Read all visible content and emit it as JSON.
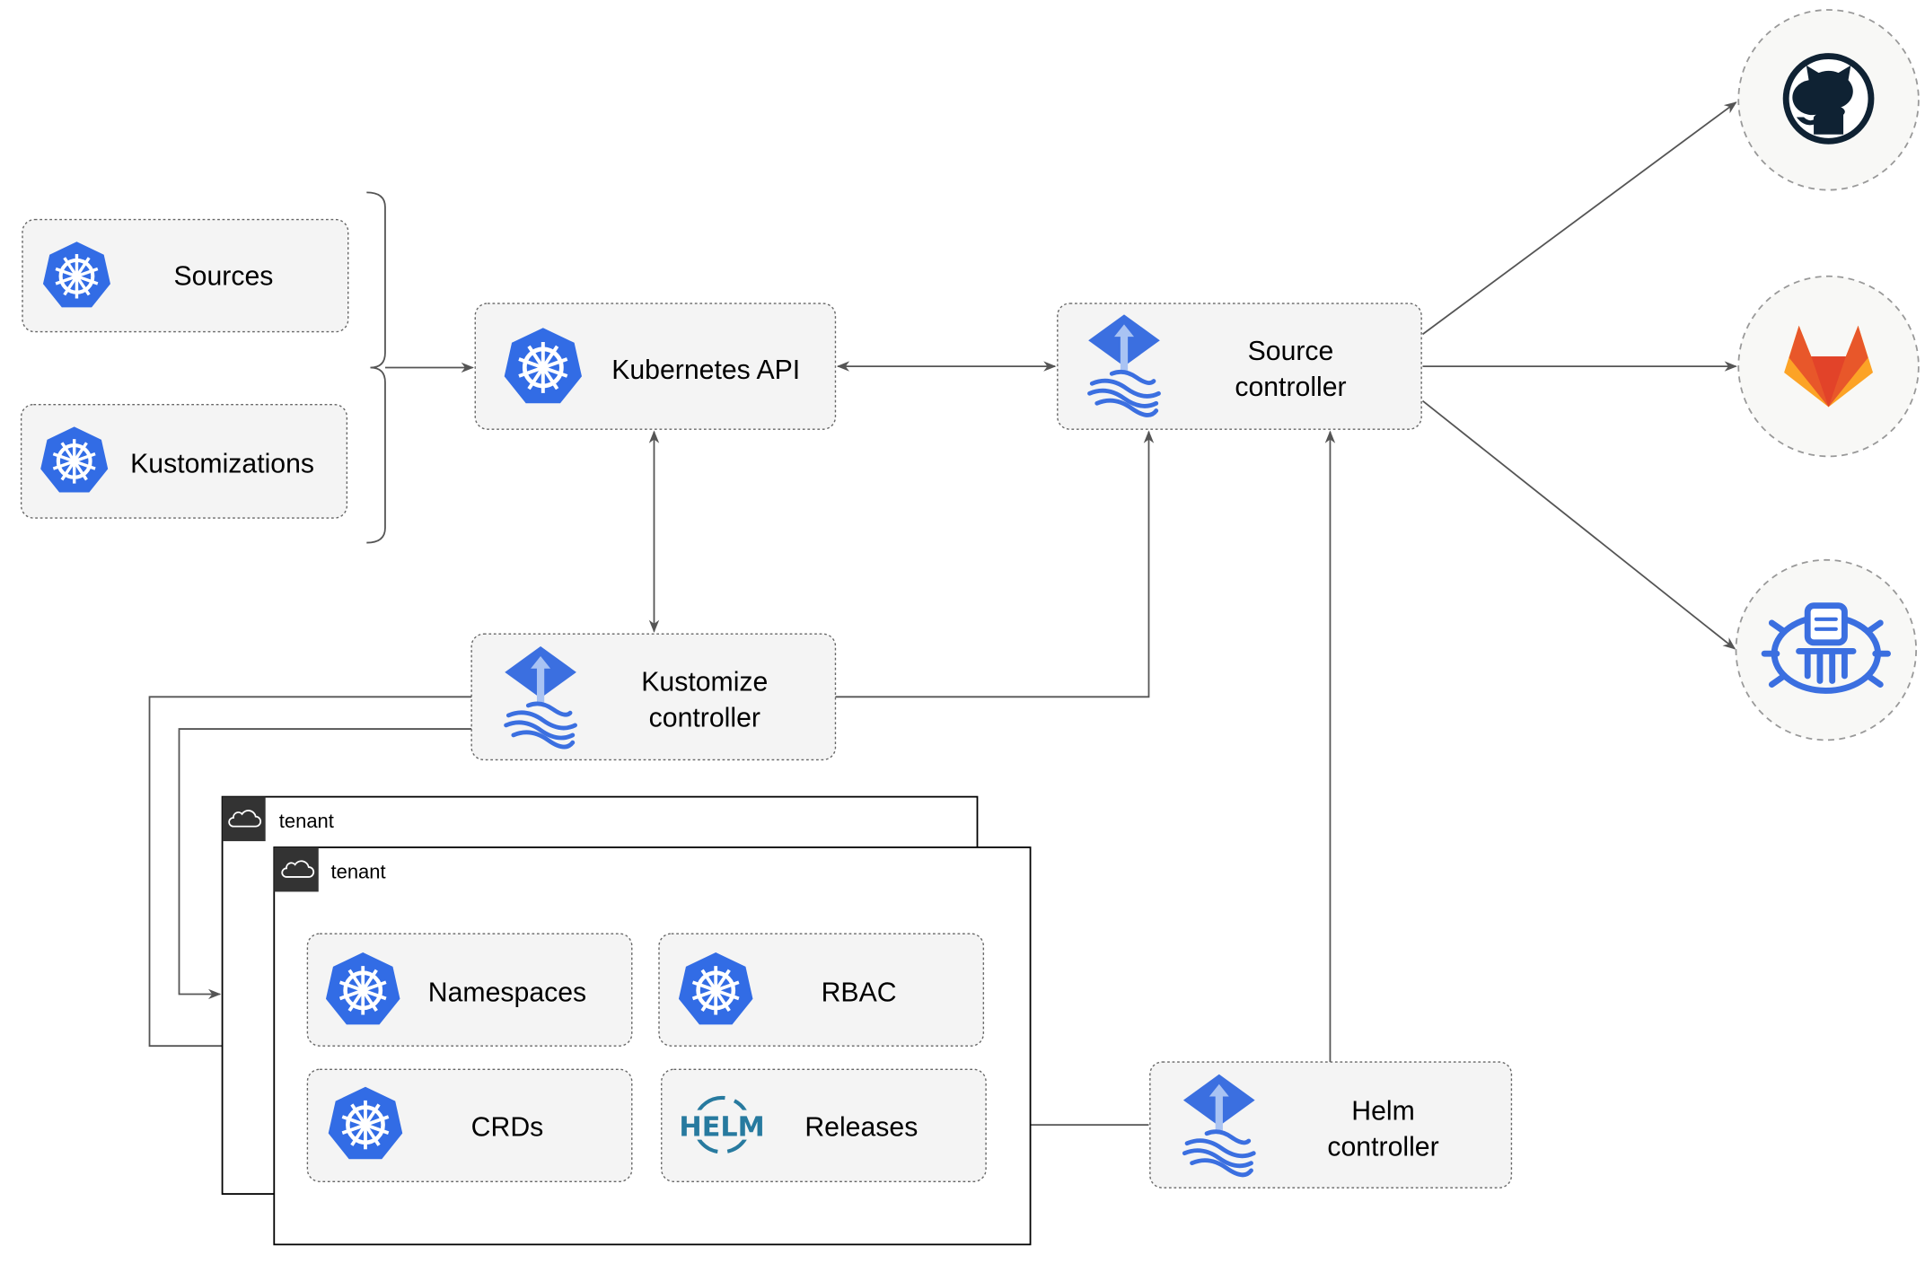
{
  "nodes": {
    "sources": "Sources",
    "kustomizations": "Kustomizations",
    "kubernetes_api": "Kubernetes API",
    "source_controller": [
      "Source",
      "controller"
    ],
    "kustomize_controller": [
      "Kustomize",
      "controller"
    ],
    "helm_controller": [
      "Helm",
      "controller"
    ],
    "namespaces": "Namespaces",
    "rbac": "RBAC",
    "crds": "CRDs",
    "releases": "Releases"
  },
  "tenants": [
    "tenant",
    "tenant"
  ],
  "helm_logo_text": "HELM",
  "external": [
    "github-icon",
    "gitlab-icon",
    "bucket-icon"
  ],
  "colors": {
    "k8s_blue": "#326ce5",
    "flux_blue": "#3b6fe0",
    "helm_blue": "#277a9f",
    "github": "#0f2233",
    "gitlab_orange": "#e8572a",
    "gitlab_yellow": "#fca326"
  }
}
